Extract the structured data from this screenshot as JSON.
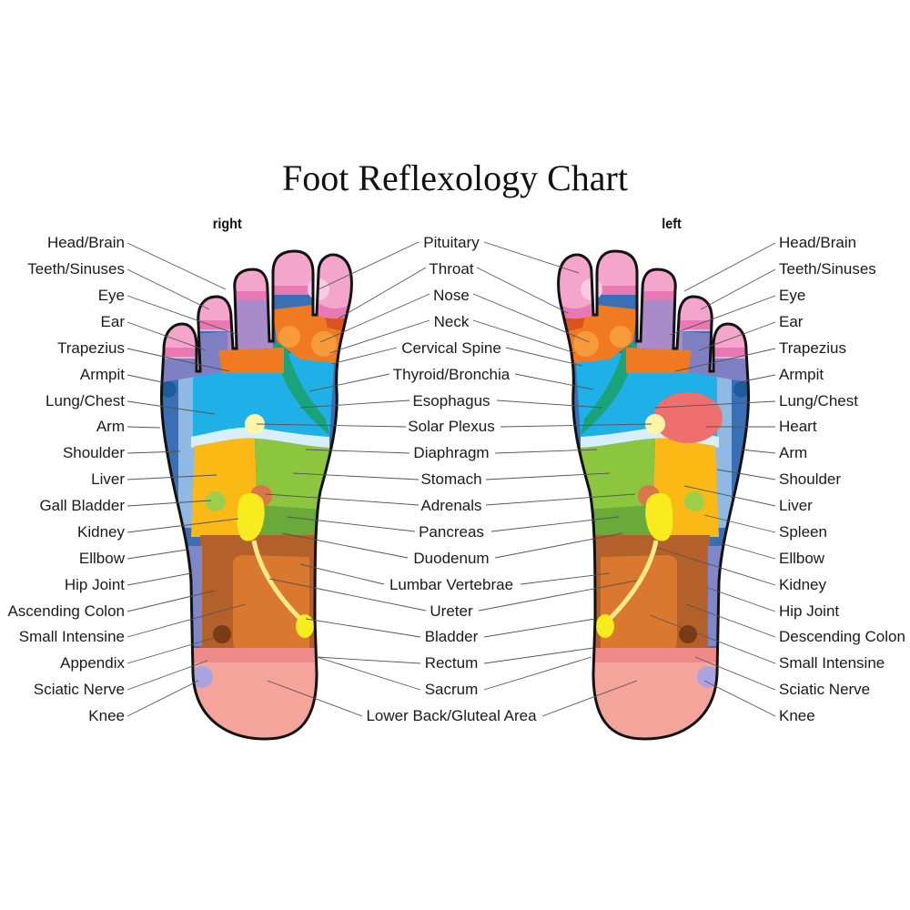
{
  "title": "Foot Reflexology Chart",
  "right_foot": {
    "heading": "right",
    "labels": [
      "Head/Brain",
      "Teeth/Sinuses",
      "Eye",
      "Ear",
      "Trapezius",
      "Armpit",
      "Lung/Chest",
      "Arm",
      "Shoulder",
      "Liver",
      "Gall Bladder",
      "Kidney",
      "Ellbow",
      "Hip Joint",
      "Ascending Colon",
      "Small Intensine",
      "Appendix",
      "Sciatic Nerve",
      "Knee"
    ]
  },
  "center": {
    "labels": [
      "Pituitary",
      "Throat",
      "Nose",
      "Neck",
      "Cervical Spine",
      "Thyroid/Bronchia",
      "Esophagus",
      "Solar Plexus",
      "Diaphragm",
      "Stomach",
      "Adrenals",
      "Pancreas",
      "Duodenum",
      "Lumbar Vertebrae",
      "Ureter",
      "Bladder",
      "Rectum",
      "Sacrum",
      "Lower Back/Gluteal Area"
    ]
  },
  "left_foot": {
    "heading": "left",
    "labels": [
      "Head/Brain",
      "Teeth/Sinuses",
      "Eye",
      "Ear",
      "Trapezius",
      "Armpit",
      "Lung/Chest",
      "Heart",
      "Arm",
      "Shoulder",
      "Liver",
      "Spleen",
      "Ellbow",
      "Kidney",
      "Hip Joint",
      "Descending Colon",
      "Small Intensine",
      "Sciatic Nerve",
      "Knee"
    ]
  },
  "colors": {
    "toe_pink": "#f3a5cc",
    "toe_pink_dark": "#e879b5",
    "purple": "#a98bc9",
    "violet": "#7f7fc4",
    "orange": "#f07a22",
    "light_orange": "#f79a3c",
    "red_orange": "#d9531e",
    "blue": "#1fb0e8",
    "green_teal": "#1aa37a",
    "outer_blue": "#3a6fb5",
    "light_blue": "#8fb8e3",
    "yellow_orange": "#fbb916",
    "green": "#8cc63f",
    "dark_green": "#6aaa3a",
    "yellow": "#f8ec1e",
    "brown": "#b4602a",
    "mid_orange": "#d9782e",
    "heel_pink": "#f4a49a",
    "band_pink": "#ef8a8a",
    "heart_red": "#ef6f6f",
    "solar_plexus": "#fff5a8"
  }
}
